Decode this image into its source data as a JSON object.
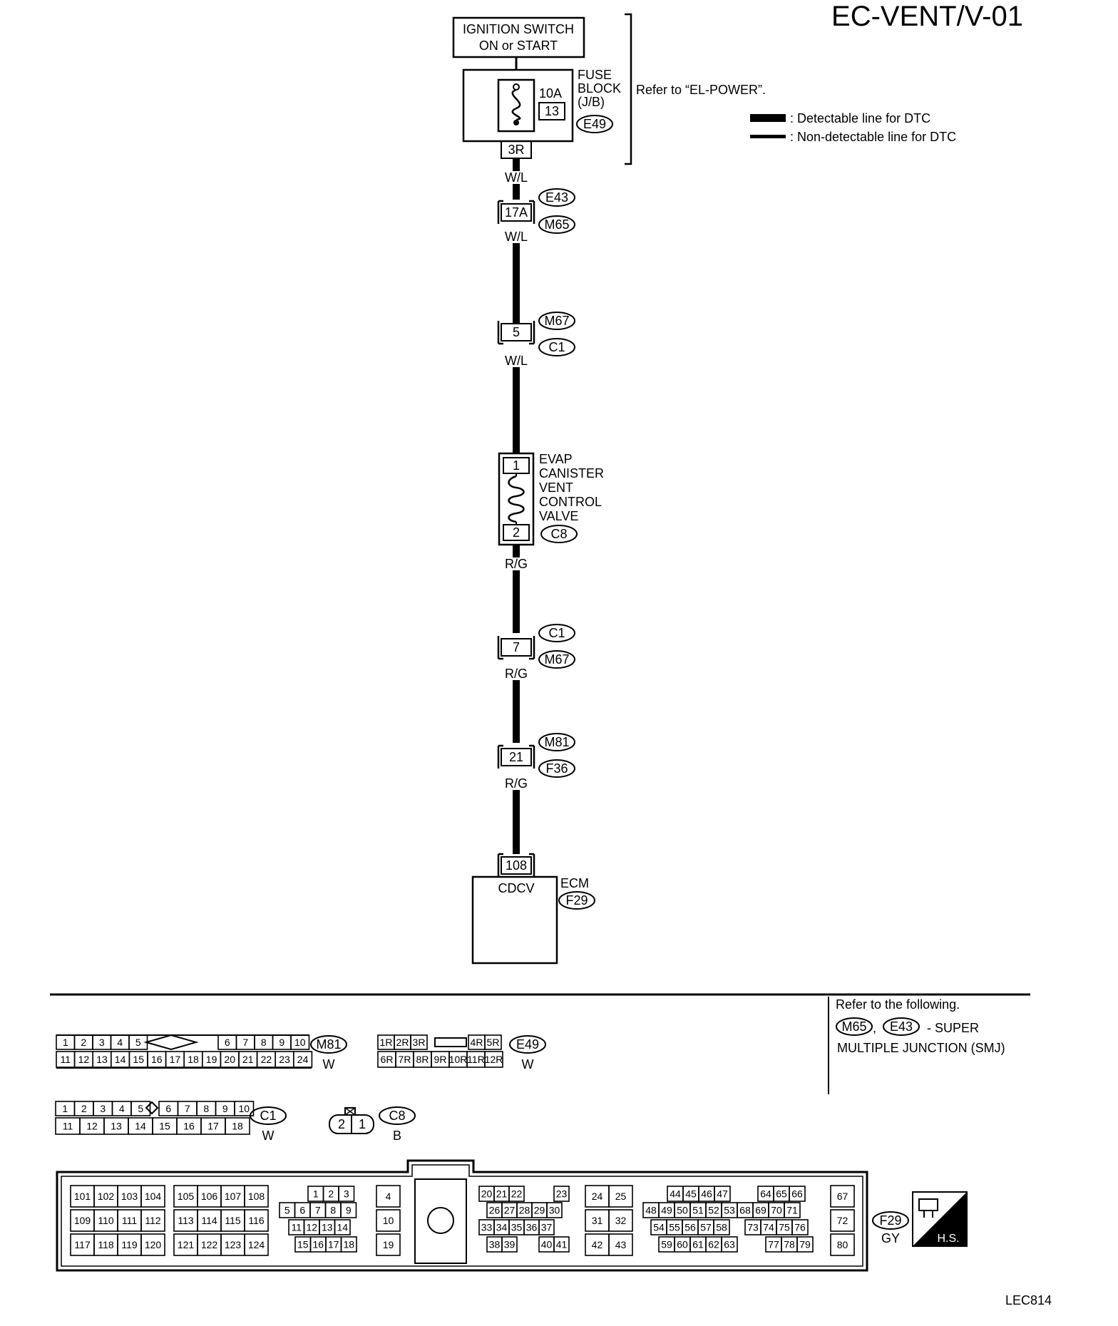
{
  "title": "EC-VENT/V-01",
  "figure_id": "LEC814",
  "ignition": {
    "line1": "IGNITION SWITCH",
    "line2": "ON or START"
  },
  "fuse_block": {
    "label1": "FUSE",
    "label2": "BLOCK",
    "label3": "(J/B)",
    "amp": "10A",
    "fuse_no": "13",
    "connector": "E49",
    "terminal": "3R"
  },
  "refer_power": "Refer to “EL-POWER”.",
  "legend": {
    "detectable": ": Detectable line for DTC",
    "non_detectable": ": Non-detectable line for DTC"
  },
  "wires": {
    "wl": "W/L",
    "rg": "R/G"
  },
  "junctions": [
    {
      "pin": "17A",
      "top": "E43",
      "bottom": "M65"
    },
    {
      "pin": "5",
      "top": "M67",
      "bottom": "C1"
    },
    {
      "pin": "7",
      "top": "C1",
      "bottom": "M67"
    },
    {
      "pin": "21",
      "top": "M81",
      "bottom": "F36"
    }
  ],
  "valve": {
    "lines": [
      "EVAP",
      "CANISTER",
      "VENT",
      "CONTROL",
      "VALVE"
    ],
    "pin_top": "1",
    "pin_bottom": "2",
    "connector": "C8"
  },
  "ecm": {
    "name": "ECM",
    "connector": "F29",
    "pin": "108",
    "terminal": "CDCV"
  },
  "refer_smj": {
    "line1": "Refer to the following.",
    "c1": "M65",
    "sep": ",",
    "c2": "E43",
    "suffix": "- SUPER",
    "line3": "MULTIPLE JUNCTION (SMJ)"
  },
  "connectors": {
    "m81": {
      "id": "M81",
      "color": "W",
      "row1": [
        "1",
        "2",
        "3",
        "4",
        "5",
        "6",
        "7",
        "8",
        "9",
        "10"
      ],
      "row2": [
        "11",
        "12",
        "13",
        "14",
        "15",
        "16",
        "17",
        "18",
        "19",
        "20",
        "21",
        "22",
        "23",
        "24"
      ]
    },
    "e49": {
      "id": "E49",
      "color": "W",
      "row1": [
        "1R",
        "2R",
        "3R",
        "4R",
        "5R"
      ],
      "row2": [
        "6R",
        "7R",
        "8R",
        "9R",
        "10R",
        "11R",
        "12R"
      ]
    },
    "c1": {
      "id": "C1",
      "color": "W",
      "row1": [
        "1",
        "2",
        "3",
        "4",
        "5",
        "6",
        "7",
        "8",
        "9",
        "10"
      ],
      "row2": [
        "11",
        "12",
        "13",
        "14",
        "15",
        "16",
        "17",
        "18"
      ]
    },
    "c8": {
      "id": "C8",
      "color": "B",
      "pins": [
        "2",
        "1"
      ]
    },
    "f29": {
      "id": "F29",
      "color": "GY",
      "hs": "H.S.",
      "g1": [
        [
          "101",
          "102",
          "103",
          "104"
        ],
        [
          "109",
          "110",
          "111",
          "112"
        ],
        [
          "117",
          "118",
          "119",
          "120"
        ]
      ],
      "g2": [
        [
          "105",
          "106",
          "107",
          "108"
        ],
        [
          "113",
          "114",
          "115",
          "116"
        ],
        [
          "121",
          "122",
          "123",
          "124"
        ]
      ],
      "g3": [
        [
          "1",
          "2",
          "3"
        ],
        [
          "5",
          "6",
          "7",
          "8",
          "9"
        ],
        [
          "11",
          "12",
          "13",
          "14"
        ],
        [
          "15",
          "16",
          "17",
          "18"
        ]
      ],
      "g4": [
        "4",
        "10",
        "19"
      ],
      "g5": [
        [
          "20",
          "21",
          "22",
          "23"
        ],
        [
          "26",
          "27",
          "28",
          "29",
          "30"
        ],
        [
          "33",
          "34",
          "35",
          "36",
          "37"
        ],
        [
          "38",
          "39",
          "40",
          "41"
        ]
      ],
      "g6": [
        [
          "24",
          "25"
        ],
        [
          "31",
          "32"
        ],
        [
          "42",
          "43"
        ]
      ],
      "g7": [
        [
          "44",
          "45",
          "46",
          "47",
          "64",
          "65",
          "66"
        ],
        [
          "48",
          "49",
          "50",
          "51",
          "52",
          "53",
          "68",
          "69",
          "70",
          "71"
        ],
        [
          "54",
          "55",
          "56",
          "57",
          "58",
          "73",
          "74",
          "75",
          "76"
        ],
        [
          "59",
          "60",
          "61",
          "62",
          "63",
          "77",
          "78",
          "79"
        ]
      ],
      "g8": [
        "67",
        "72",
        "80"
      ]
    }
  }
}
